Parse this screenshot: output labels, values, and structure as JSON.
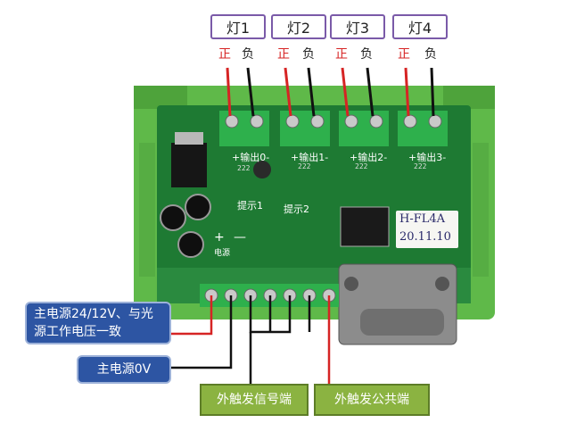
{
  "lamps": [
    {
      "label": "灯1",
      "positive": "正",
      "negative": "负"
    },
    {
      "label": "灯2",
      "positive": "正",
      "negative": "负"
    },
    {
      "label": "灯3",
      "positive": "正",
      "negative": "负"
    },
    {
      "label": "灯4",
      "positive": "正",
      "negative": "负"
    }
  ],
  "board": {
    "outputs": [
      "+输出0-",
      "+输出1-",
      "+输出2-",
      "+输出3-"
    ],
    "hints": [
      "提示1",
      "提示2"
    ],
    "power_label": "电源",
    "plus_sign": "+",
    "minus_sign": "—",
    "chip_code": "222",
    "sticker_line1": "H-FL4A",
    "sticker_line2": "20.11.10"
  },
  "callouts": {
    "main_power": "主电源24/12V、与光源工作电压一致",
    "main_power_0v": "主电源0V",
    "trigger_signal": "外触发信号端",
    "trigger_common": "外触发公共端"
  },
  "colors": {
    "enclosure": "#5fb949",
    "pcb": "#1e7a33",
    "wire_red": "#d62424",
    "wire_black": "#111111",
    "callout_blue": "#2d55a3",
    "callout_green": "#8bb341"
  }
}
